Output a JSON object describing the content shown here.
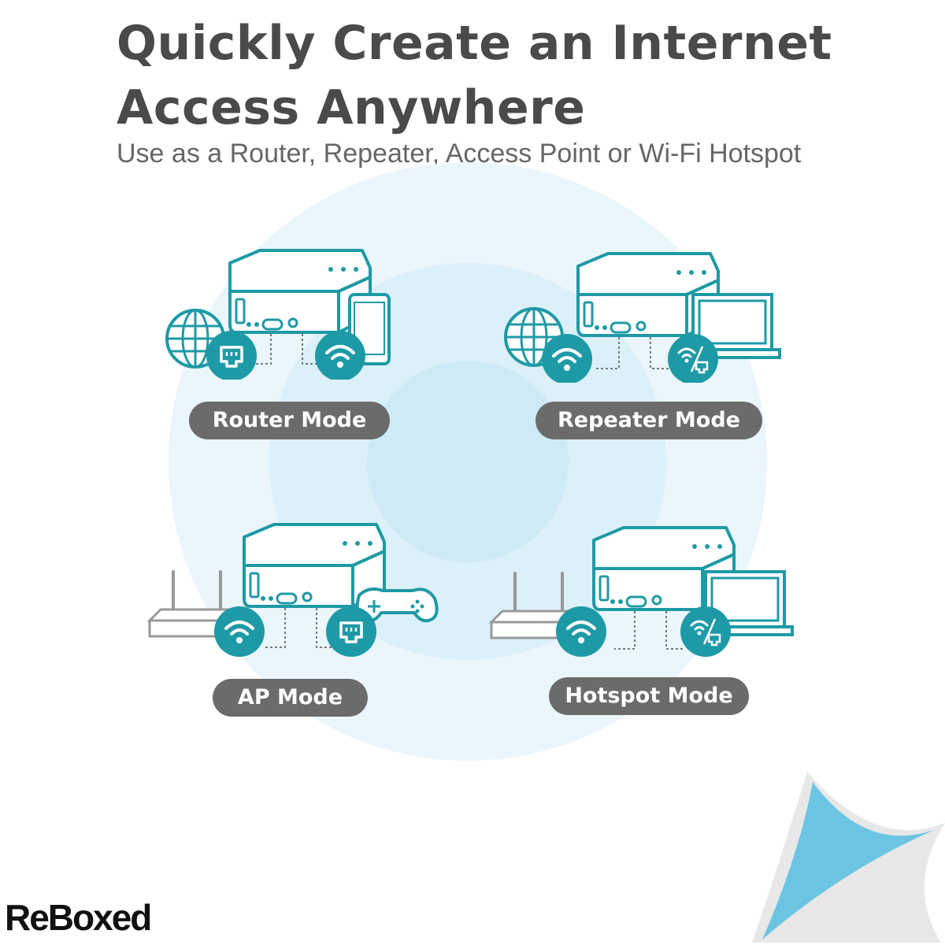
{
  "header": {
    "title": "Quickly Create an Internet Access Anywhere",
    "subtitle": "Use as a Router, Repeater, Access Point or Wi-Fi Hotspot"
  },
  "modes": [
    {
      "label": "Router Mode",
      "left_icon": "globe-icon",
      "left_badge": "ethernet-port-icon",
      "right_device": "smartphone-icon",
      "right_badge": "wifi-icon"
    },
    {
      "label": "Repeater Mode",
      "left_icon": "globe-icon",
      "left_badge": "wifi-icon",
      "right_device": "laptop-icon",
      "right_badge": "wifi-ethernet-icon"
    },
    {
      "label": "AP Mode",
      "left_icon": "modem-router-icon",
      "left_badge": "wifi-icon",
      "right_device": "gamepad-icon",
      "right_badge": "ethernet-port-icon"
    },
    {
      "label": "Hotspot Mode",
      "left_icon": "modem-router-icon",
      "left_badge": "wifi-icon",
      "right_device": "laptop-icon",
      "right_badge": "wifi-ethernet-icon"
    }
  ],
  "brand": {
    "logo_text": "ReBoxed"
  },
  "colors": {
    "teal": "#1e9aa6",
    "pill_gray": "#6b6b6b",
    "title_gray": "#4a4a4a",
    "glow_blue": "#cfeaf7",
    "curl_blue": "#6cc5e3"
  }
}
